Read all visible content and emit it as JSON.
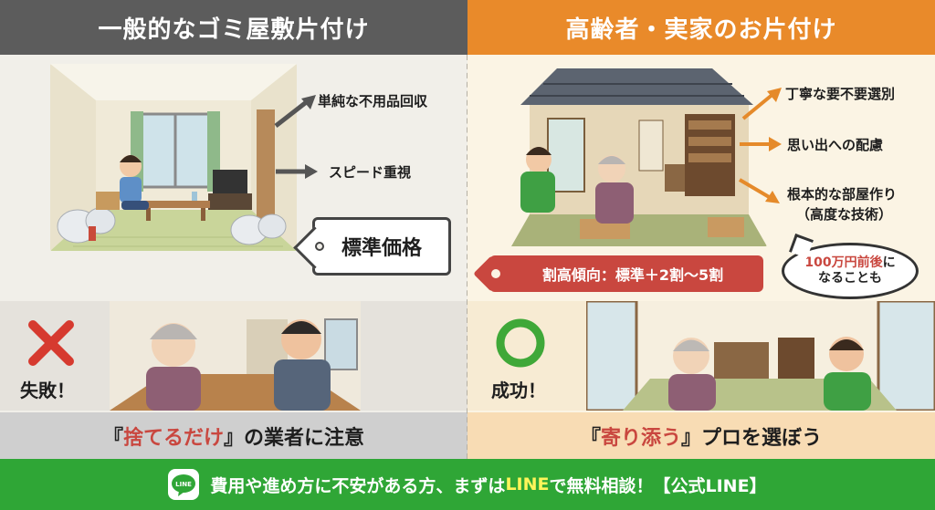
{
  "left": {
    "header": "一般的なゴミ屋敷片付け",
    "callouts": [
      "単純な不用品回収",
      "スピード重視"
    ],
    "price_tag": "標準価格",
    "verdict": "失敗！",
    "caption_open": "『",
    "caption_highlight": "捨てるだけ",
    "caption_rest": "』の業者に注意"
  },
  "right": {
    "header": "高齢者・実家のお片付け",
    "callouts": [
      "丁寧な要不要選別",
      "思い出への配慮",
      "根本的な部屋作り",
      "（高度な技術）"
    ],
    "price_tag": "割高傾向：標準＋2割〜5割",
    "bubble_highlight": "100万円前後",
    "bubble_line1_rest": "に",
    "bubble_line2": "なることも",
    "verdict": "成功！",
    "caption_open": "『",
    "caption_highlight": "寄り添う",
    "caption_rest": "』プロを選ぼう"
  },
  "banner": {
    "logo_text": "LINE",
    "text_before": "費用や進め方に不安がある方、まずは",
    "text_highlight": "LINE",
    "text_after": "で無料相談！【公式LINE】"
  },
  "colors": {
    "left_header": "#5c5c5c",
    "right_header": "#e98a2a",
    "fail_red": "#d63a2f",
    "success_green": "#3fa838",
    "line_green": "#2fa636",
    "price_red": "#c9473f"
  },
  "icons": [
    "cross-mark-icon",
    "circle-mark-icon",
    "line-logo-icon",
    "arrow-icon"
  ]
}
